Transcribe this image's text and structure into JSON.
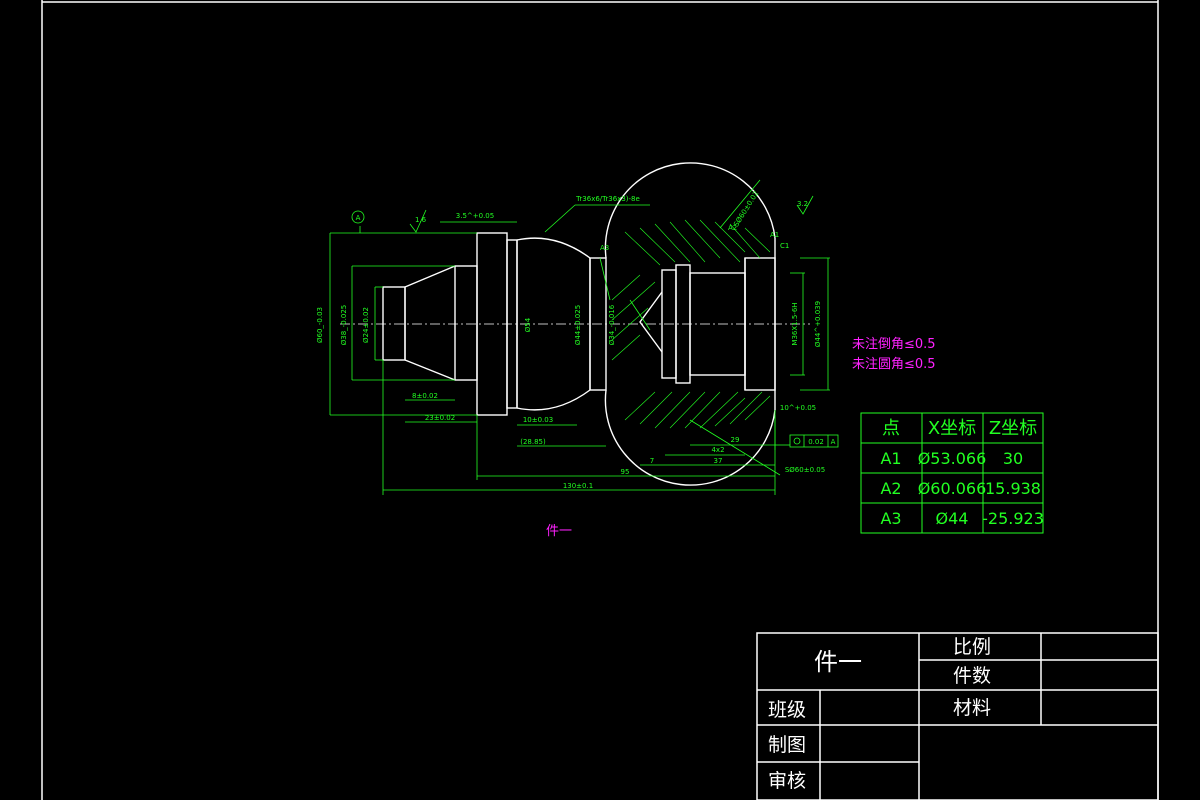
{
  "drawing": {
    "part_label": "件一",
    "notes": [
      "未注倒角≤0.5",
      "未注圆角≤0.5"
    ],
    "datum": "A",
    "roughness": [
      "1.6",
      "3.2"
    ],
    "callouts": [
      "A1",
      "A2",
      "A3",
      "C1"
    ],
    "dimensions": {
      "d60": "Ø60_-0.03",
      "d38": "Ø38_-0.025",
      "d24": "Ø24±0.02",
      "d54": "Ø54",
      "d44": "Ø44±0.025",
      "d34": "Ø34_-0.016",
      "thread": "M36X1.5-6H",
      "d44b": "Ø44^+0.039",
      "len8": "8±0.02",
      "len23": "23±0.02",
      "len10": "10±0.03",
      "len28": "(28.85)",
      "len95": "95",
      "len7": "7",
      "len37": "37",
      "len4x2": "4x2",
      "len29": "29",
      "len130": "130±0.1",
      "len35": "3.5^+0.05",
      "len10b": "10^+0.05",
      "sr": "SØ60±0.05",
      "ball": "SØ60±0.02",
      "thread_spec": "Tr36x6/Tr36x3)-8e",
      "tolerance_flag": "0.02",
      "tolerance_ref": "A"
    }
  },
  "coord_table": {
    "headers": [
      "点",
      "X坐标",
      "Z坐标"
    ],
    "rows": [
      [
        "A1",
        "Ø53.066",
        "30"
      ],
      [
        "A2",
        "Ø60.066",
        "15.938"
      ],
      [
        "A3",
        "Ø44",
        "-25.923"
      ]
    ]
  },
  "title_block": {
    "name": "件一",
    "scale_label": "比例",
    "qty_label": "件数",
    "material_label": "材料",
    "class_label": "班级",
    "drawn_label": "制图",
    "checked_label": "审核"
  },
  "colors": {
    "background": "#000000",
    "lines": "#ffffff",
    "dimensions": "#22ff22",
    "notes": "#ff22ff"
  }
}
